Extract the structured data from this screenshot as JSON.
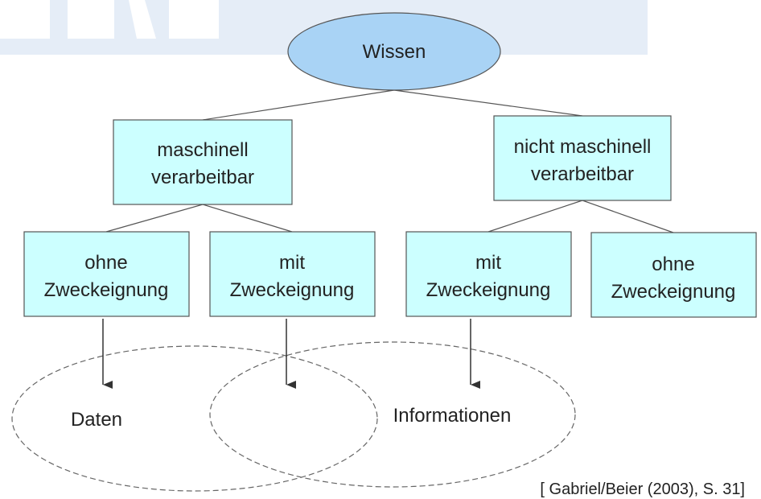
{
  "colors": {
    "root_fill": "#a9d3f5",
    "box_fill": "#ccffff",
    "stroke": "#555555",
    "banner": "#e5edf7"
  },
  "root": {
    "label": "Wissen"
  },
  "left_branch": {
    "lines": [
      "maschinell",
      "verarbeitbar"
    ]
  },
  "right_branch": {
    "lines": [
      "nicht maschinell",
      "verarbeitbar"
    ]
  },
  "leaves": [
    {
      "lines": [
        "ohne",
        "Zweckeignung"
      ]
    },
    {
      "lines": [
        "mit",
        "Zweckeignung"
      ]
    },
    {
      "lines": [
        "mit",
        "Zweckeignung"
      ]
    },
    {
      "lines": [
        "ohne",
        "Zweckeignung"
      ]
    }
  ],
  "sets": {
    "daten": "Daten",
    "informationen": "Informationen"
  },
  "citation": "[ Gabriel/Beier (2003), S. 31]"
}
